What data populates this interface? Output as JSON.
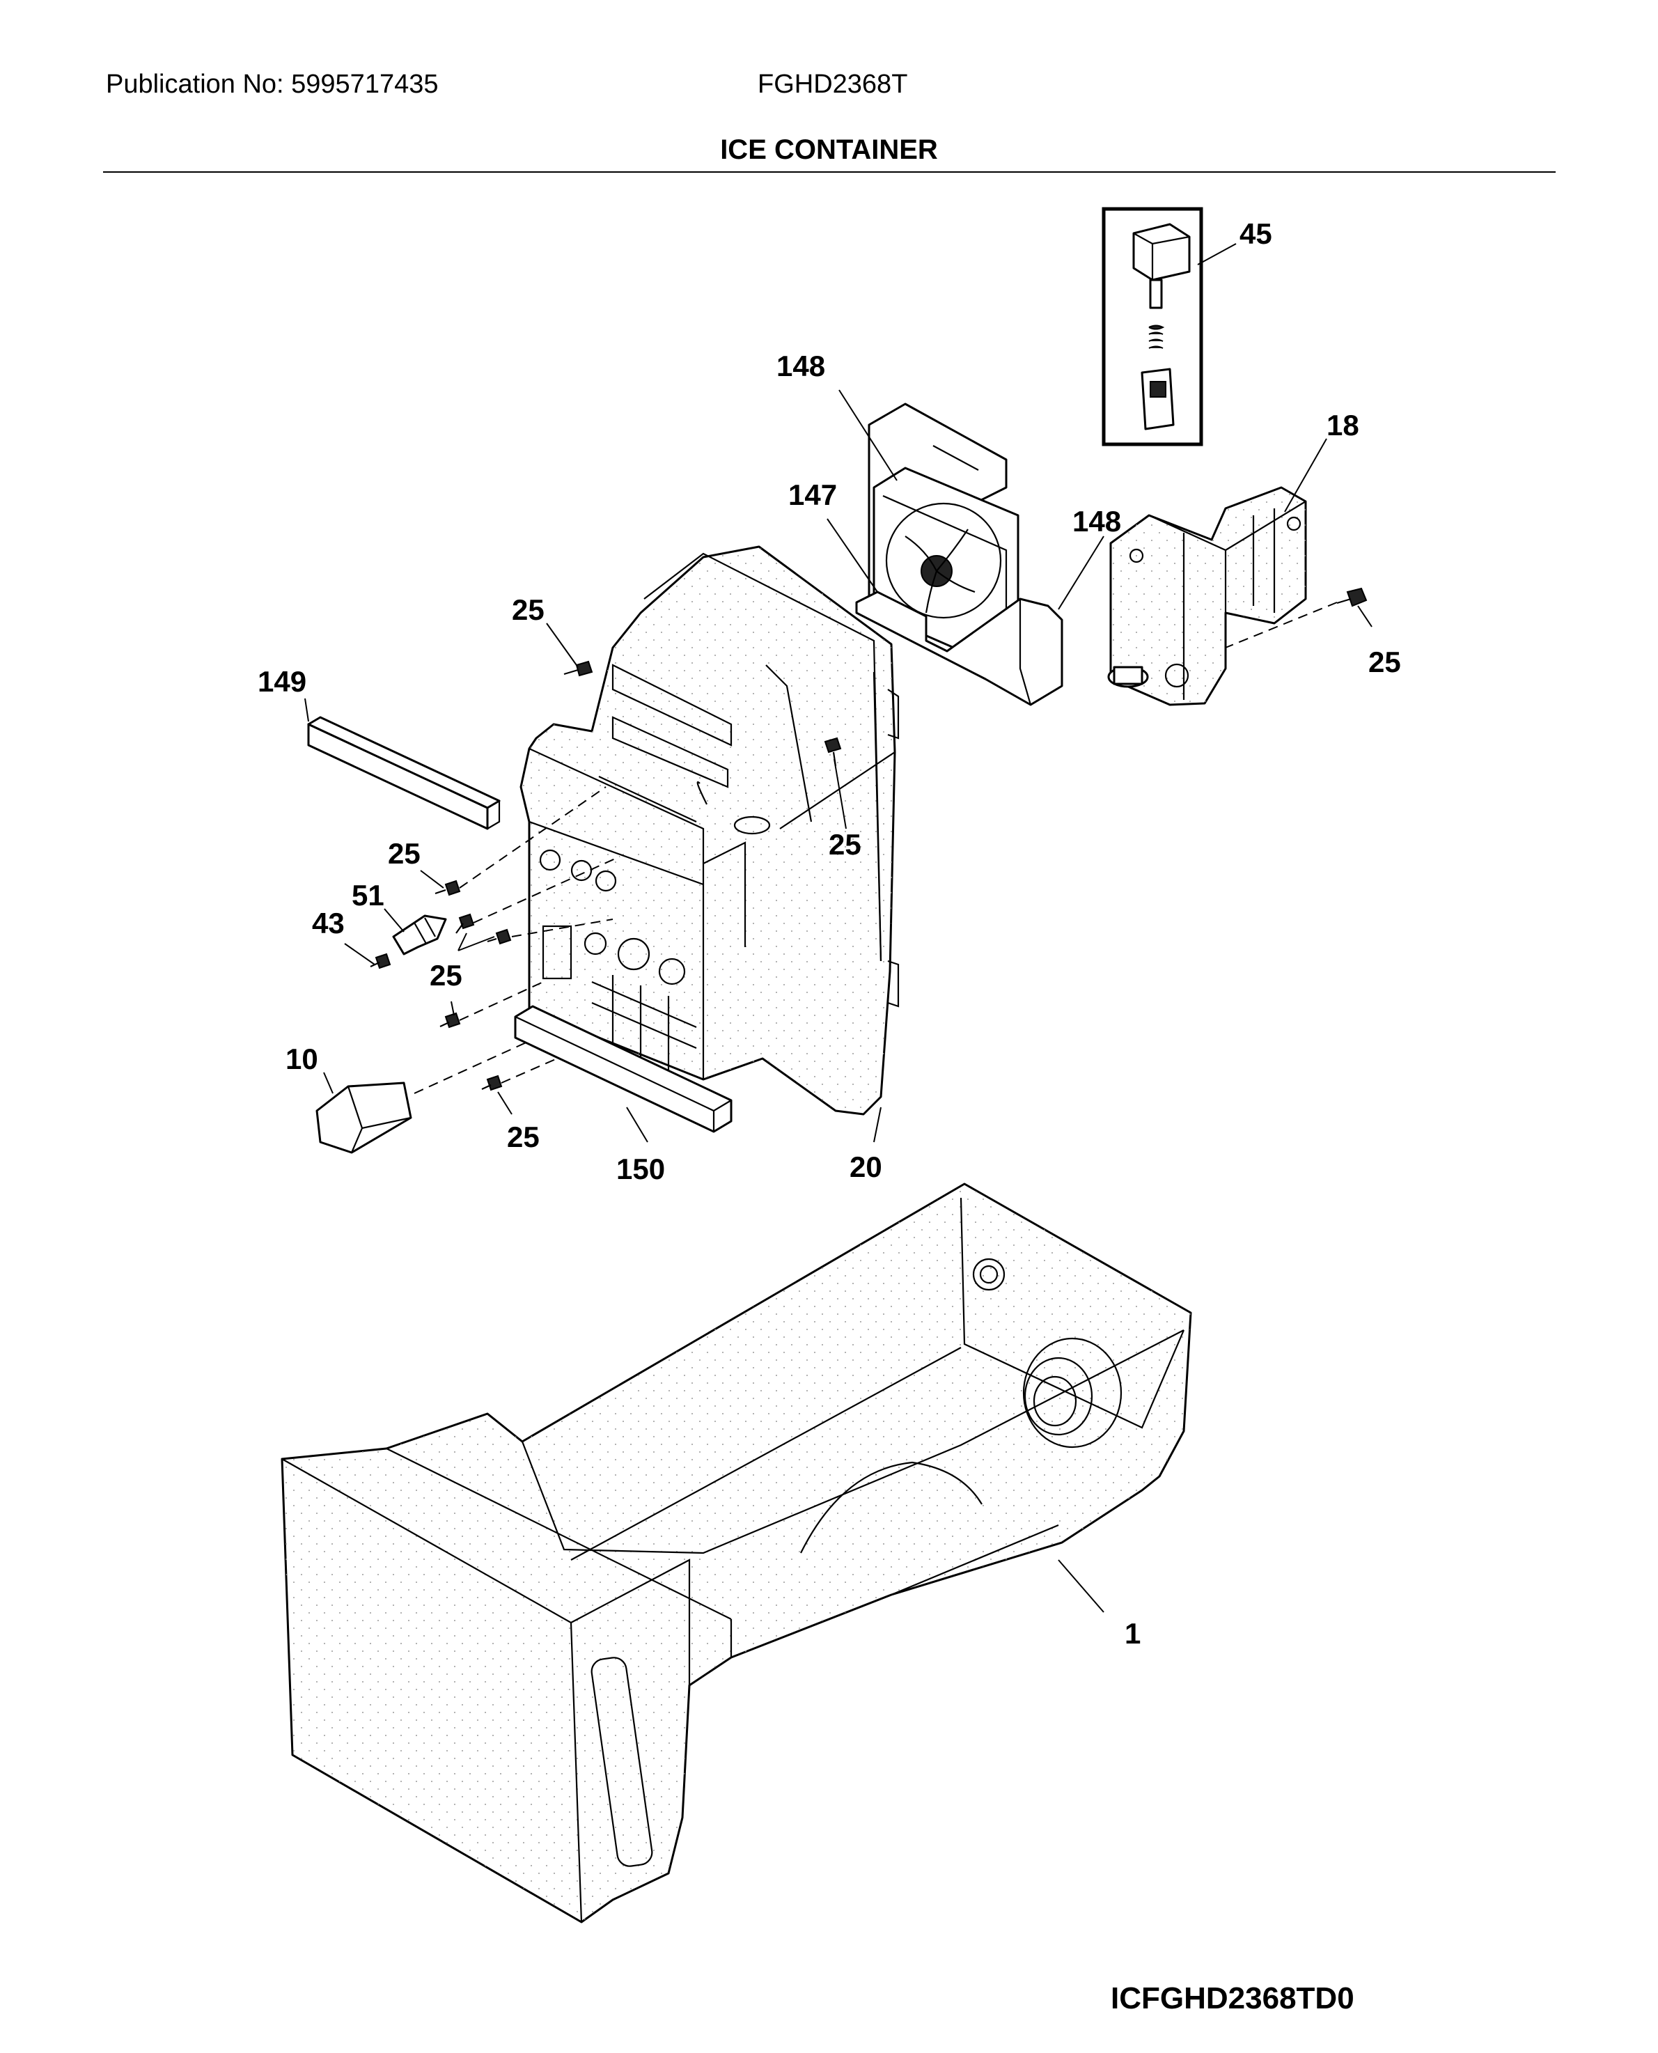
{
  "header": {
    "publication": "Publication No: 5995717435",
    "model": "FGHD2368T",
    "title": "ICE CONTAINER"
  },
  "callouts": [
    {
      "id": "45",
      "label": "45"
    },
    {
      "id": "148a",
      "label": "148"
    },
    {
      "id": "18",
      "label": "18"
    },
    {
      "id": "147",
      "label": "147"
    },
    {
      "id": "148b",
      "label": "148"
    },
    {
      "id": "25a",
      "label": "25"
    },
    {
      "id": "25b",
      "label": "25"
    },
    {
      "id": "149",
      "label": "149"
    },
    {
      "id": "25c",
      "label": "25"
    },
    {
      "id": "25d",
      "label": "25"
    },
    {
      "id": "51",
      "label": "51"
    },
    {
      "id": "43",
      "label": "43"
    },
    {
      "id": "25e",
      "label": "25"
    },
    {
      "id": "10",
      "label": "10"
    },
    {
      "id": "25f",
      "label": "25"
    },
    {
      "id": "150",
      "label": "150"
    },
    {
      "id": "20",
      "label": "20"
    },
    {
      "id": "1",
      "label": "1"
    }
  ],
  "footer": {
    "diagram_code": "ICFGHD2368TD0"
  }
}
